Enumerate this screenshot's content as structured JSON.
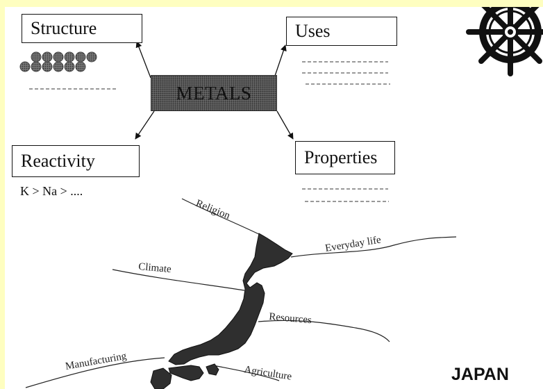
{
  "metals_map": {
    "center": "METALS",
    "structure": "Structure",
    "uses": "Uses",
    "reactivity": "Reactivity",
    "reactivity_series": "K > Na > ....",
    "properties": "Properties"
  },
  "japan_map": {
    "labels": [
      "Religion",
      "Everyday life",
      "Climate",
      "Resources",
      "Manufacturing",
      "Agriculture"
    ],
    "title": "JAPAN"
  },
  "colors": {
    "page_background": "#fefec0",
    "slide": "#ffffff",
    "ink": "#111111"
  },
  "icons": [
    "ship-wheel-icon"
  ]
}
